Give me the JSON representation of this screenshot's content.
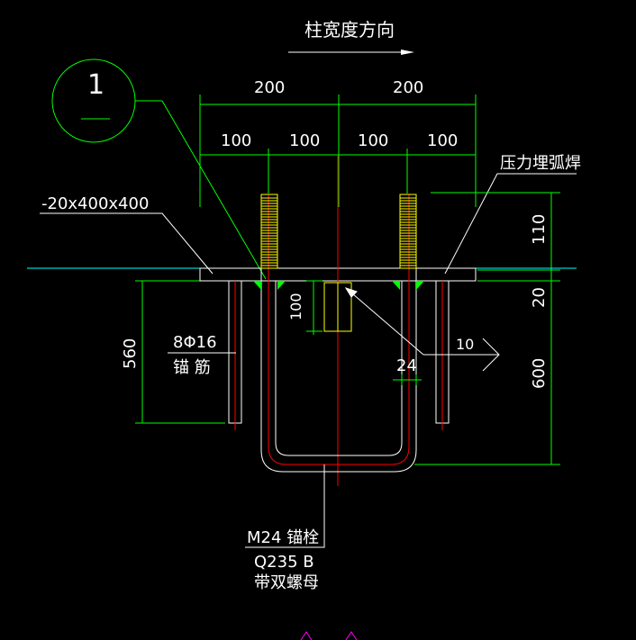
{
  "header": {
    "direction_label": "柱宽度方向"
  },
  "detail": {
    "number": "1"
  },
  "dimensions": {
    "top_left": "200",
    "top_right": "200",
    "sub": [
      "100",
      "100",
      "100",
      "100"
    ],
    "h110": "110",
    "h20": "20",
    "h600": "600",
    "v560": "560",
    "v100": "100",
    "d24": "24",
    "d10": "10"
  },
  "labels": {
    "plate": "-20x400x400",
    "weld": "压力埋弧焊",
    "rebar_spec": "8Φ16",
    "rebar_name": "锚  筋",
    "bolt_spec": "M24 锚栓",
    "bolt_material": "Q235 B",
    "bolt_nuts": "带双螺母"
  },
  "colors": {
    "background": "#000000",
    "line": "#ffffff",
    "leader": "#00ff00",
    "dim": "#00ff00",
    "ground": "#00ffff",
    "center": "#ff0000",
    "thread": "#ffff00",
    "weld": "#00ff00",
    "detail_circle": "#00ff00"
  }
}
